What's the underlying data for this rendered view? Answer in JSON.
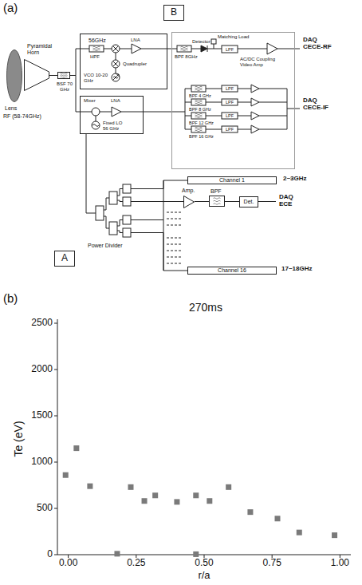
{
  "diagram": {
    "nodes": [
      {
        "text": [
          "B"
        ]
      },
      {
        "text": [
          "Lens",
          "RF (58-74GHz)"
        ]
      },
      {
        "text": [
          "Pyramidal Horn"
        ]
      },
      {
        "text": [
          "BSF 70 GHz"
        ]
      },
      {
        "text": [
          "56GHz",
          "HPF",
          "LNA",
          "Quadrupler",
          "VCO 10-20 GHz"
        ]
      },
      {
        "text": [
          "Mixer",
          "LNA",
          "Fixed LO 56 GHz"
        ]
      },
      {
        "text": [
          "Matching Load",
          "Detector",
          "BPF 8GHz",
          "AC/DC Coupling Video Amp",
          "BPF 4 GHz",
          "BPF 8 GHz",
          "BPF 12 GHz",
          "BPF 16 GHz"
        ]
      },
      {
        "text": [
          "A"
        ]
      },
      {
        "text": [
          "Power Divider"
        ]
      },
      {
        "text": [
          "Channel 1"
        ]
      },
      {
        "text": [
          "Amp."
        ]
      },
      {
        "text": [
          "BPF"
        ]
      },
      {
        "text": [
          "Det."
        ]
      },
      {
        "text": [
          "Channel 16"
        ]
      }
    ],
    "edges": [
      {
        "from": 2,
        "to": 3,
        "arrow": "none"
      },
      {
        "from": 3,
        "to": 4,
        "arrow": "none"
      },
      {
        "from": 3,
        "to": 5,
        "arrow": "none"
      },
      {
        "from": 4,
        "to": 6,
        "arrow": "none"
      },
      {
        "from": 5,
        "to": 6,
        "arrow": "none"
      },
      {
        "from": 5,
        "to": 8,
        "arrow": "none"
      },
      {
        "from": 8,
        "to": 9,
        "arrow": "none"
      },
      {
        "from": 8,
        "to": 10,
        "arrow": "none"
      },
      {
        "from": 8,
        "to": 13,
        "arrow": "none"
      },
      {
        "from": 10,
        "to": 11,
        "arrow": "none"
      },
      {
        "from": 11,
        "to": 12,
        "arrow": "none"
      }
    ],
    "labels": [
      "(a)",
      "LPF",
      "LPF",
      "LPF",
      "LPF",
      "LPF",
      "DAQ CECE-RF",
      "DAQ CECE-IF",
      "2~3GHz",
      "DAQ ECE",
      "17~18GHz",
      "(b)",
      "270ms",
      "Te (eV)",
      "r/a",
      "0",
      "500",
      "1000",
      "1500",
      "2000",
      "2500",
      "0.00",
      "0.25",
      "0.50",
      "0.75",
      "1.00"
    ]
  }
}
